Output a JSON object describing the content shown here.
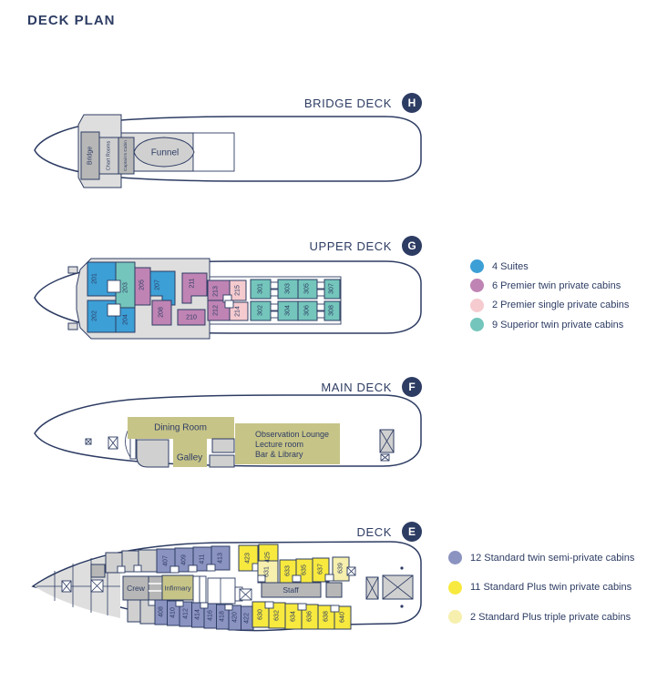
{
  "title": "DECK PLAN",
  "decks": {
    "bridge": {
      "label": "BRIDGE DECK",
      "badge": "H",
      "rooms": {
        "bridge": "Bridge",
        "chart_rooms": "Chart Rooms",
        "captains_cabin": "Captain's Cabin",
        "funnel": "Funnel"
      }
    },
    "upper": {
      "label": "UPPER DECK",
      "badge": "G",
      "cabins": {
        "201": "201",
        "202": "202",
        "203": "203",
        "204": "204",
        "205": "205",
        "207": "207",
        "208": "208",
        "210": "210",
        "211": "211",
        "212": "212",
        "213": "213",
        "214": "214",
        "215": "215",
        "301": "301",
        "302": "302",
        "303": "303",
        "304": "304",
        "305": "305",
        "306": "306",
        "307": "307",
        "308": "308"
      }
    },
    "main": {
      "label": "MAIN DECK",
      "badge": "F",
      "rooms": {
        "dining": "Dining Room",
        "galley": "Galley",
        "lounge": [
          "Observation Lounge",
          "Lecture room",
          "Bar & Library"
        ]
      }
    },
    "e": {
      "label": "DECK",
      "badge": "E",
      "rooms": {
        "crew": "Crew",
        "infirmary": "Infirmary",
        "staff": "Staff"
      },
      "cabins": {
        "407": "407",
        "409": "409",
        "411": "411",
        "413": "413",
        "423": "423",
        "425": "425",
        "631": "631",
        "633": "633",
        "635": "635",
        "637": "637",
        "639": "639",
        "408": "408",
        "410": "410",
        "412": "412",
        "414": "414",
        "416": "416",
        "418": "418",
        "420": "420",
        "422": "422",
        "630": "630",
        "632": "632",
        "634": "634",
        "636": "636",
        "638": "638",
        "640": "640"
      }
    }
  },
  "legends": {
    "upper": [
      {
        "color": "#3c9fd6",
        "label": "4 Suites"
      },
      {
        "color": "#bf84b4",
        "label": "6 Premier twin private cabins"
      },
      {
        "color": "#f5cbcf",
        "label": "2 Premier single private cabins"
      },
      {
        "color": "#74c5bb",
        "label": "9 Superior twin private cabins"
      }
    ],
    "deck_e": [
      {
        "color": "#8b93c1",
        "label": "12 Standard twin semi-private cabins"
      },
      {
        "color": "#f7e93e",
        "label": "11 Standard Plus twin private cabins"
      },
      {
        "color": "#f6efad",
        "label": "2 Standard Plus triple private cabins"
      }
    ]
  },
  "colors": {
    "navy": "#2d3c63",
    "suite": "#3c9fd6",
    "premier_twin": "#bf84b4",
    "premier_single": "#f5cbcf",
    "superior": "#74c5bb",
    "standard": "#8b93c1",
    "standard_plus": "#f7e93e",
    "standard_plus_triple": "#f6efad",
    "olive": "#c7c488",
    "gray_light": "#dedede",
    "gray_mid": "#b7b7b7",
    "gray_block": "#d0d0d0"
  }
}
